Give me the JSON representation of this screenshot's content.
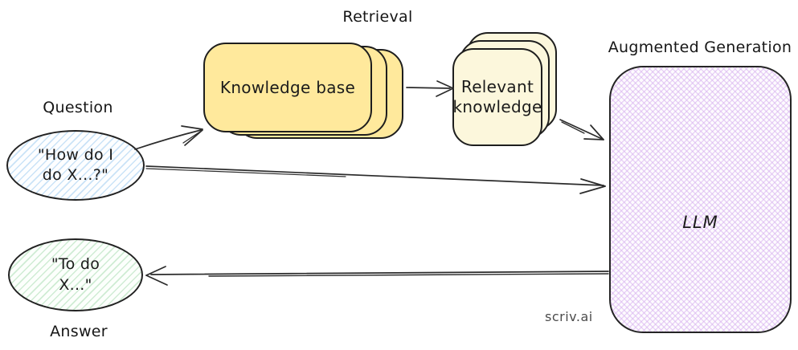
{
  "diagram": {
    "stage_labels": {
      "retrieval": "Retrieval",
      "augmented_generation": "Augmented Generation"
    },
    "nodes": {
      "question": {
        "label": "Question",
        "bubble_line1": "\"How do I",
        "bubble_line2": "do X...?\""
      },
      "answer": {
        "label": "Answer",
        "bubble_line1": "\"To do",
        "bubble_line2": "X...\""
      },
      "knowledge_base": {
        "label": "Knowledge base"
      },
      "relevant_knowledge": {
        "line1": "Relevant",
        "line2": "knowledge"
      },
      "llm": {
        "label": "LLM"
      }
    },
    "edges": [
      {
        "from": "question",
        "to": "knowledge_base"
      },
      {
        "from": "knowledge_base",
        "to": "relevant_knowledge"
      },
      {
        "from": "relevant_knowledge",
        "to": "llm"
      },
      {
        "from": "question",
        "to": "llm"
      },
      {
        "from": "llm",
        "to": "answer"
      }
    ],
    "watermark": "scriv.ai",
    "colors": {
      "knowledge_base_fill": "#ffe99c",
      "relevant_knowledge_fill": "#fcf7dc",
      "llm_hatch": "#d5adee",
      "question_hatch": "#a0ccf0",
      "answer_hatch": "#aadcb2",
      "stroke": "#1e1e1e"
    }
  }
}
